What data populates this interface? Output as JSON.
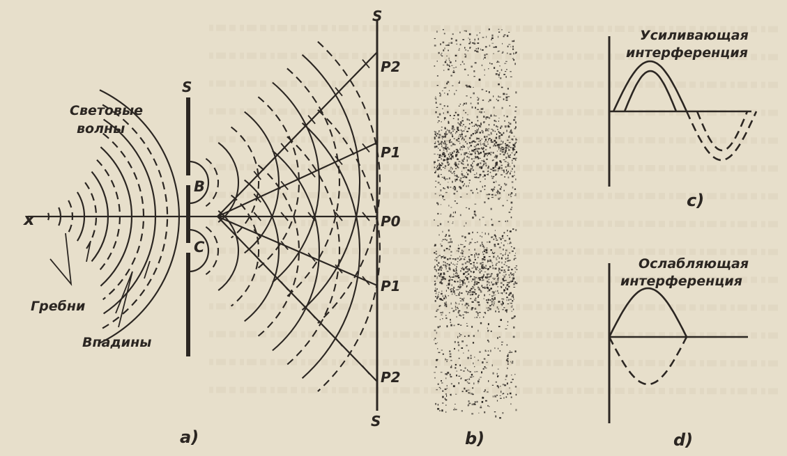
{
  "panel_a": {
    "screen_label_top": "S",
    "screen_label_bottom": "S",
    "slit_screen_label": "S",
    "light_waves_line1": "Световые",
    "light_waves_line2": "волны",
    "source_label": "x",
    "slit_upper": "B",
    "slit_lower": "C",
    "point_p2_top": "P2",
    "point_p1_top": "P1",
    "point_p0": "P0",
    "point_p1_bottom": "P1",
    "point_p2_bottom": "P2",
    "crests_label": "Гребни",
    "troughs_label": "Впадины",
    "caption": "a)"
  },
  "panel_b": {
    "caption": "b)"
  },
  "panel_c": {
    "title_line1": "Усиливающая",
    "title_line2": "интерференция",
    "caption": "c)"
  },
  "panel_d": {
    "title_line1": "Ослабляющая",
    "title_line2": "интерференция",
    "caption": "d)"
  },
  "colors": {
    "paper": "#e7dfcb",
    "ink": "#2b2622"
  }
}
